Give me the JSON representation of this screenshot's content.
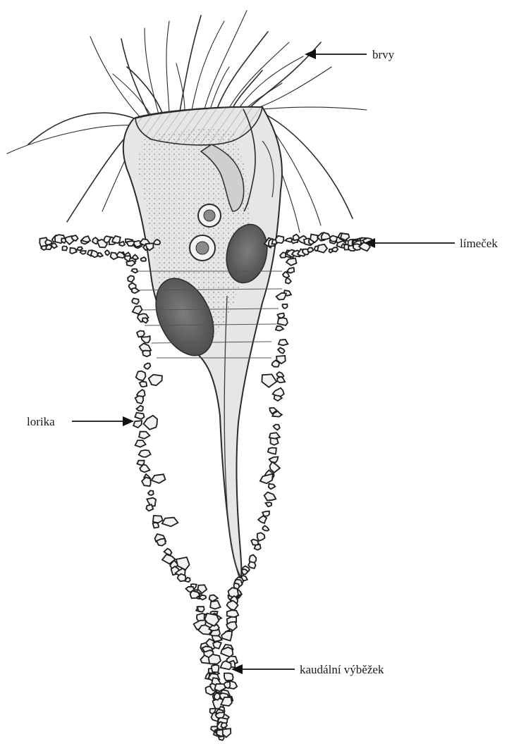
{
  "labels": {
    "cilia": "brvy",
    "collar": "límeček",
    "lorica": "lorika",
    "caudal_process": "kaudální výběžek"
  }
}
